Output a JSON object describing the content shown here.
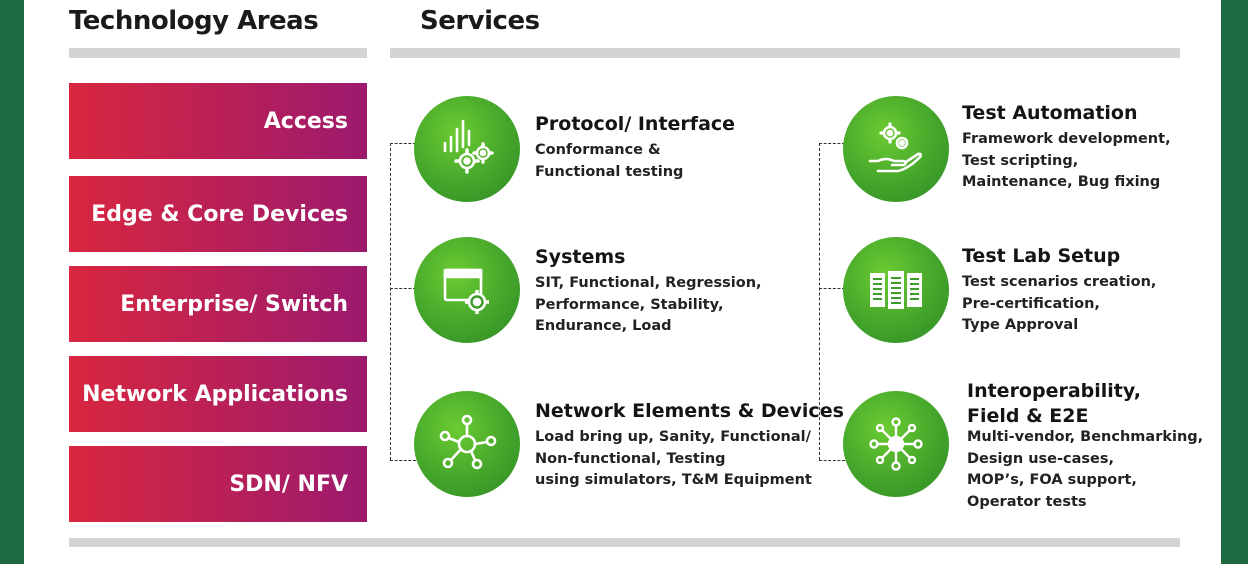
{
  "headings": {
    "technology_areas": "Technology Areas",
    "services": "Services"
  },
  "technology_areas": [
    {
      "label": "Access"
    },
    {
      "label": "Edge & Core Devices"
    },
    {
      "label": "Enterprise/ Switch"
    },
    {
      "label": "Network Applications"
    },
    {
      "label": "SDN/ NFV"
    }
  ],
  "services_left": [
    {
      "title": "Protocol/ Interface",
      "lines": [
        "Conformance &",
        "Functional testing"
      ],
      "icon": "protocol-gears-icon"
    },
    {
      "title": "Systems",
      "lines": [
        "SIT, Functional, Regression,",
        "Performance, Stability,",
        "Endurance, Load"
      ],
      "icon": "window-gear-icon"
    },
    {
      "title": "Network Elements & Devices",
      "lines": [
        "Load bring up, Sanity, Functional/",
        "Non-functional, Testing",
        "using simulators, T&M Equipment"
      ],
      "icon": "network-hub-icon"
    }
  ],
  "services_right": [
    {
      "title": "Test Automation",
      "lines": [
        "Framework development,",
        "Test scripting,",
        "Maintenance, Bug fixing"
      ],
      "icon": "hand-gears-icon"
    },
    {
      "title": "Test Lab Setup",
      "lines": [
        "Test scenarios creation,",
        "Pre-certification,",
        "Type Approval"
      ],
      "icon": "server-racks-icon"
    },
    {
      "title_lines": [
        "Interoperability,",
        "Field & E2E"
      ],
      "lines": [
        "Multi-vendor, Benchmarking,",
        "Design use-cases,",
        "MOP’s, FOA support,",
        "Operator tests"
      ],
      "icon": "interop-network-icon"
    }
  ],
  "colors": {
    "frame_green": "#1f6b41",
    "tech_gradient_start": "#d8273f",
    "tech_gradient_end": "#9c1a6e",
    "icon_green": "#44a52b",
    "rule_gray": "#d4d4d4"
  }
}
